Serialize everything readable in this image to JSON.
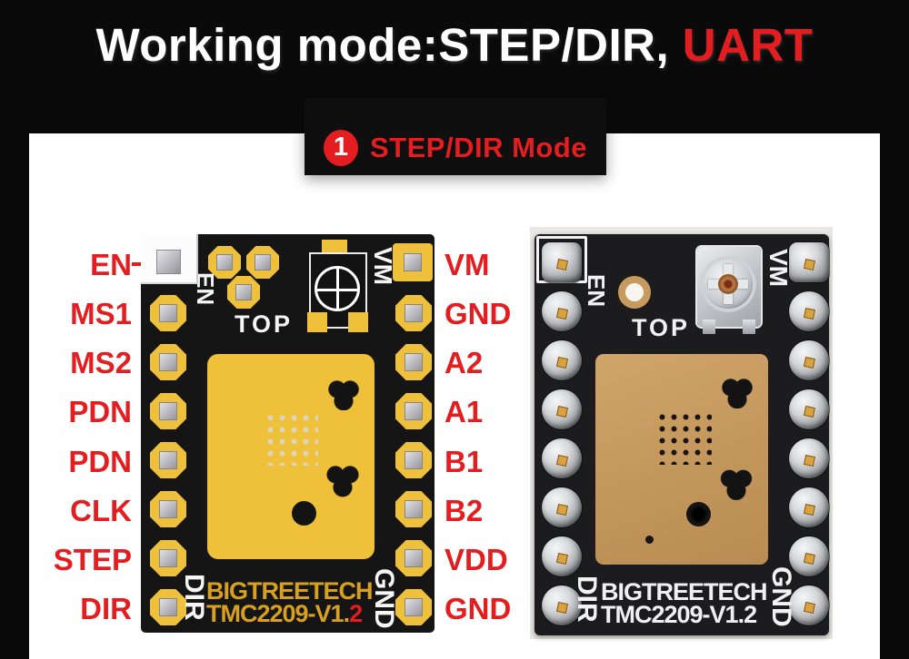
{
  "header": {
    "title_main": "Working mode:STEP/DIR,",
    "title_accent": " UART"
  },
  "banner": {
    "step_number": "1",
    "label": "STEP/DIR Mode"
  },
  "colors": {
    "accent_red": "#e41e20",
    "board_yellow": "#efc13a",
    "brand_gold": "#d7a021",
    "copper": "#c79b60"
  },
  "pinout": {
    "left_labels": [
      "EN",
      "MS1",
      "MS2",
      "PDN",
      "PDN",
      "CLK",
      "STEP",
      "DIR"
    ],
    "right_labels": [
      "VM",
      "GND",
      "A2",
      "A1",
      "B1",
      "B2",
      "VDD",
      "GND"
    ]
  },
  "left_board": {
    "silk_en": "EN",
    "silk_top": "TOP",
    "silk_vm": "VM",
    "silk_dir": "DIR",
    "silk_gnd": "GND",
    "brand": "BIGTREETECH",
    "model_prefix": "TMC2209-V1.",
    "model_suffix": "2"
  },
  "right_board": {
    "silk_en": "EN",
    "silk_top": "TOP",
    "silk_vm": "VM",
    "silk_dir": "DIR",
    "silk_gnd": "GND",
    "brand": "BIGTREETECH",
    "model": "TMC2209-V1.2"
  }
}
